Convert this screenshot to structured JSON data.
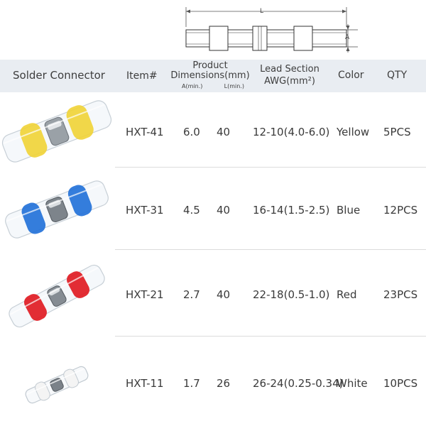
{
  "diagram": {
    "length_label": "L",
    "diameter_label": "A"
  },
  "header": {
    "product_label": "Solder Connector",
    "item_label": "Item#",
    "dimensions_label_1": "Product",
    "dimensions_label_2": "Dimensions(mm)",
    "a_label": "A(min.)",
    "l_label": "L(min.)",
    "lead_label_1": "Lead Section",
    "lead_label_2": "AWG(mm²)",
    "color_label": "Color",
    "qty_label": "QTY"
  },
  "rows": [
    {
      "item": "HXT-41",
      "a": "6.0",
      "l": "40",
      "awg": "12-10(4.0-6.0)",
      "color": "Yellow",
      "qty": "5PCS",
      "ring_color": "#f1d335"
    },
    {
      "item": "HXT-31",
      "a": "4.5",
      "l": "40",
      "awg": "16-14(1.5-2.5)",
      "color": "Blue",
      "qty": "12PCS",
      "ring_color": "#1f6fd8"
    },
    {
      "item": "HXT-21",
      "a": "2.7",
      "l": "40",
      "awg": "22-18(0.5-1.0)",
      "color": "Red",
      "qty": "23PCS",
      "ring_color": "#e0161e"
    },
    {
      "item": "HXT-11",
      "a": "1.7",
      "l": "26",
      "awg": "26-24(0.25-0.34)",
      "color": "White",
      "qty": "10PCS",
      "ring_color": "#f4f4f4"
    }
  ]
}
